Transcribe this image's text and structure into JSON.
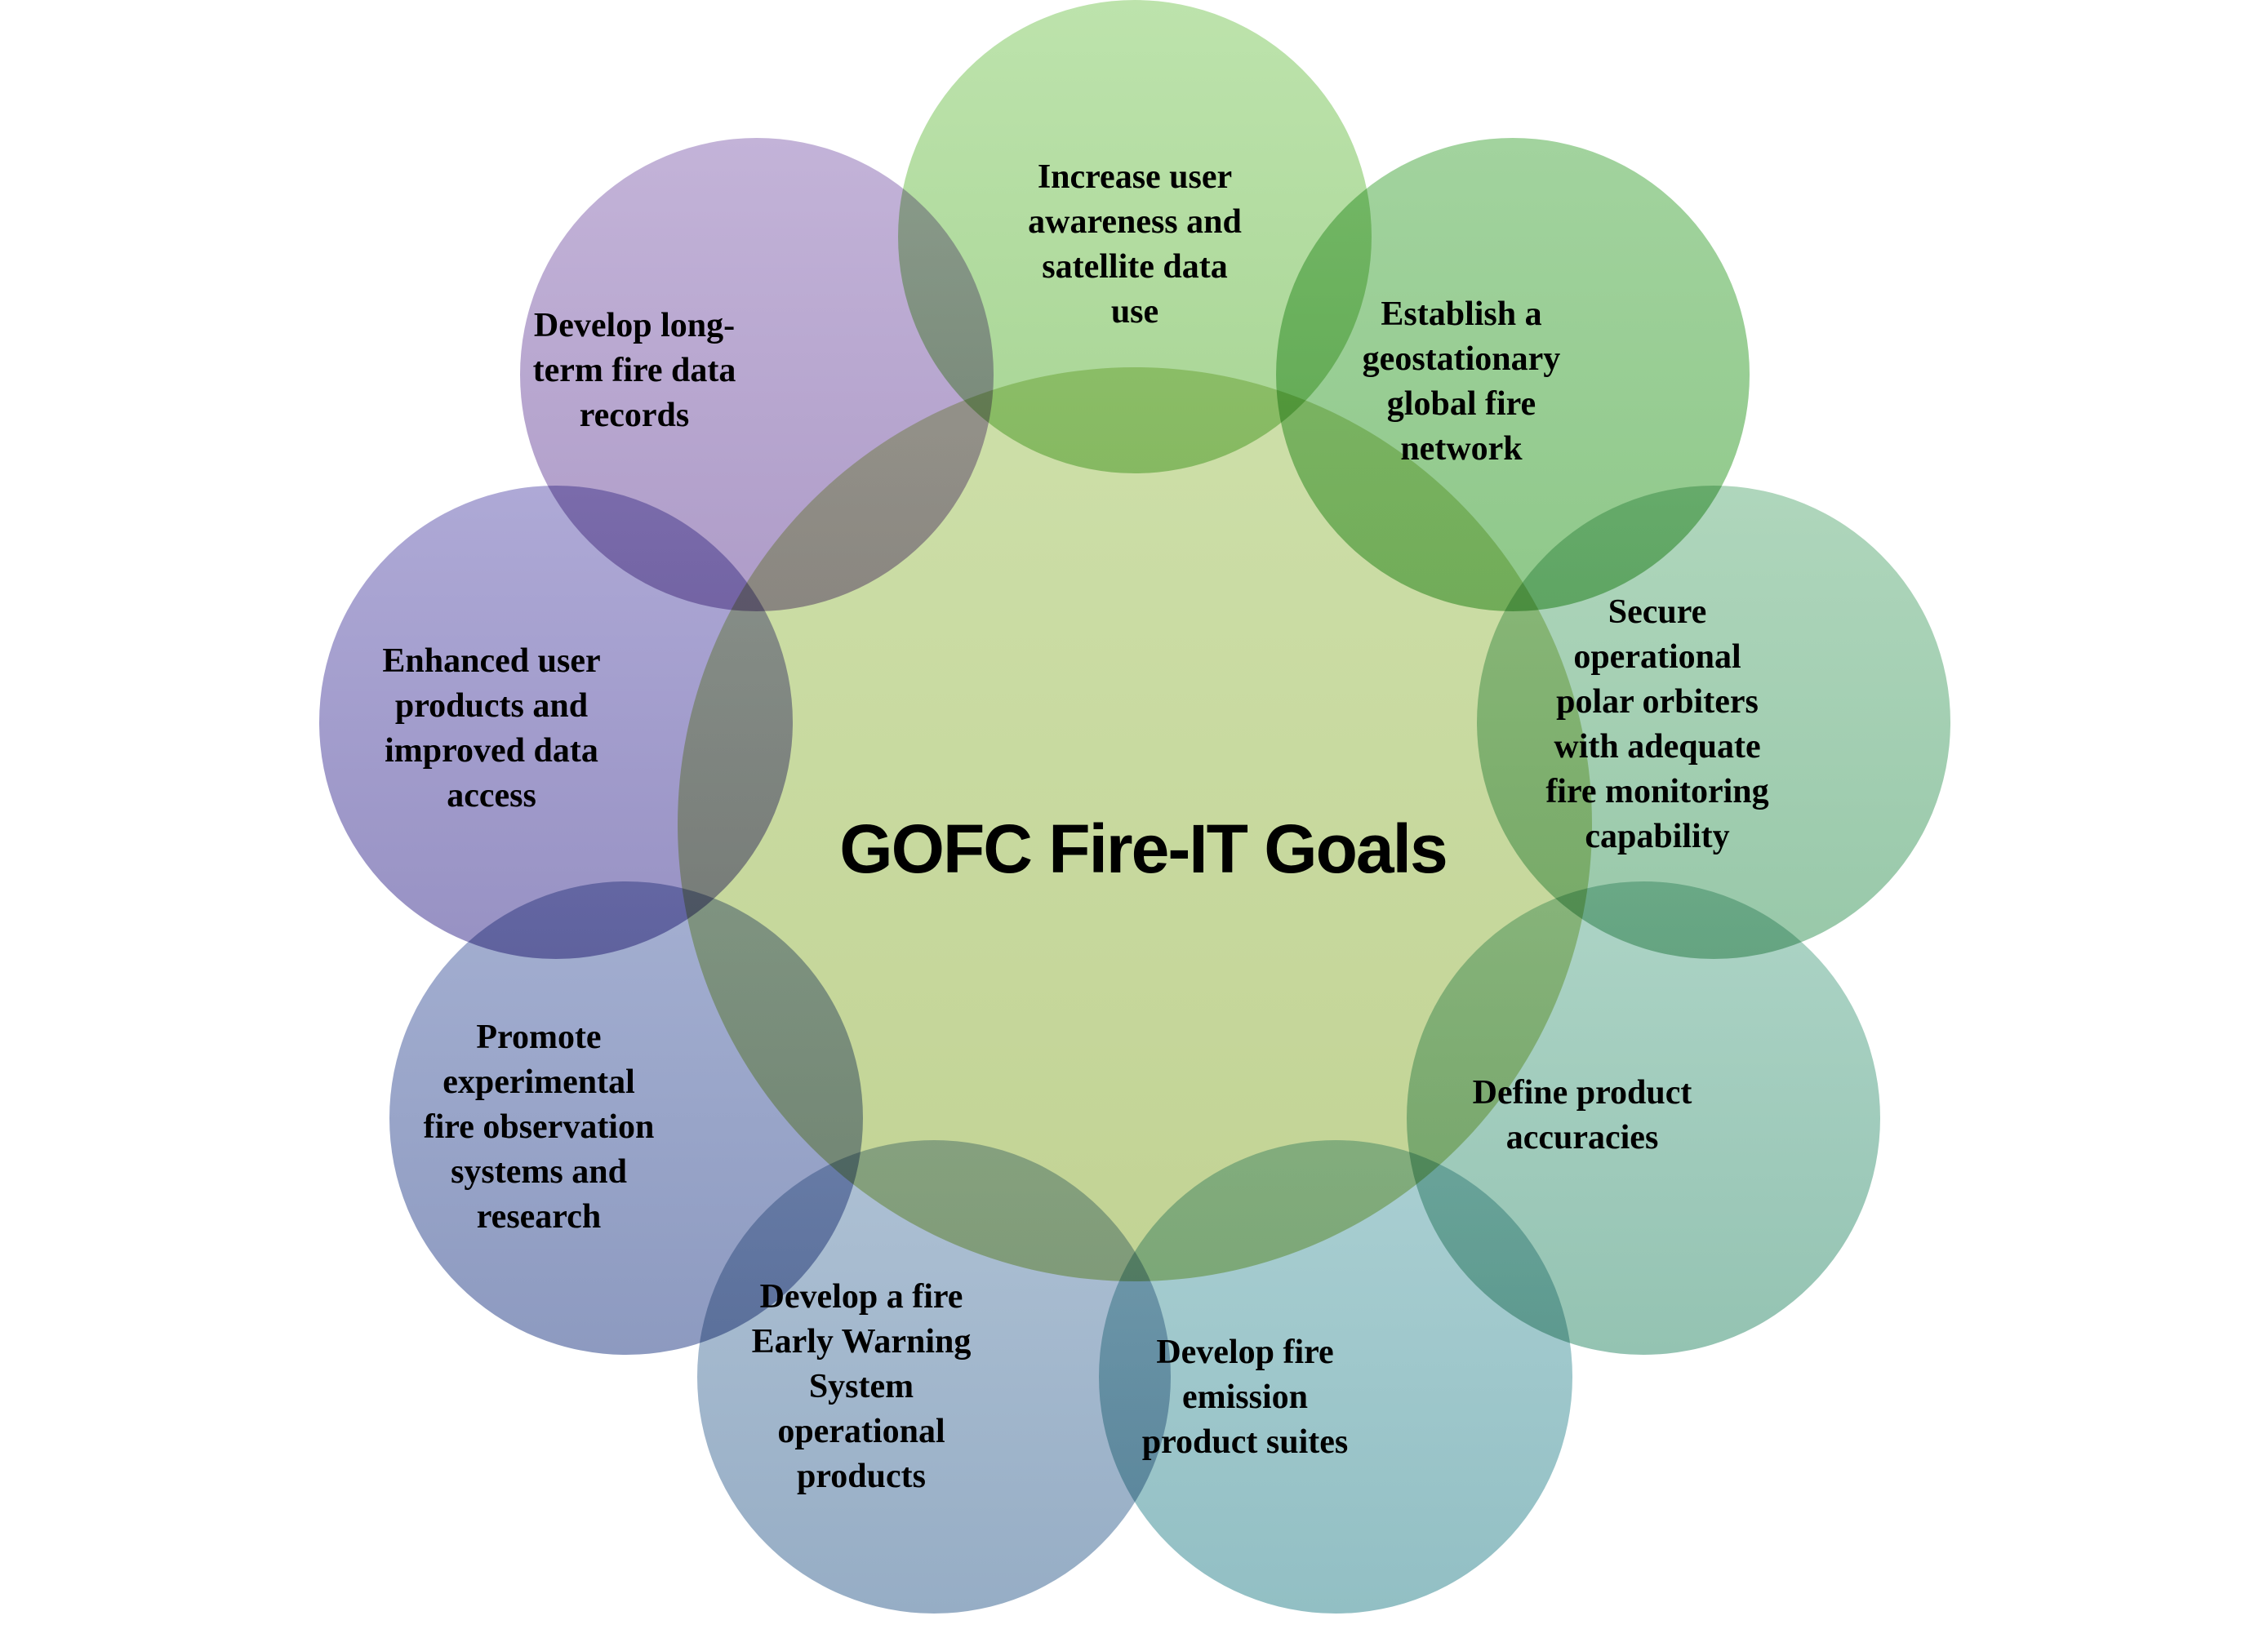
{
  "diagram": {
    "title": "GOFC Fire-IT Goals",
    "background_color": "#ffffff",
    "text_color": "#000000",
    "center": {
      "fill_top": "#cddfa9",
      "fill_bottom": "#c2d394"
    },
    "goals": [
      {
        "id": "increase-user-awareness",
        "label": "Increase user\nawareness and\nsatellite data\nuse",
        "fill_top": "#bde3ac",
        "fill_bottom": "#a8d595"
      },
      {
        "id": "establish-geostationary-network",
        "label": "Establish a\ngeostationary\nglobal fire\nnetwork",
        "fill_top": "#a2d39e",
        "fill_bottom": "#8fc88a"
      },
      {
        "id": "secure-polar-orbiters",
        "label": "Secure\noperational\npolar orbiters\nwith adequate\nfire monitoring\ncapability",
        "fill_top": "#afd6bc",
        "fill_bottom": "#98c8a9"
      },
      {
        "id": "define-product-accuracies",
        "label": "Define product\naccuracies",
        "fill_top": "#add4c6",
        "fill_bottom": "#94c3b2"
      },
      {
        "id": "develop-fire-emission-products",
        "label": "Develop fire\nemission\nproduct suites",
        "fill_top": "#aacfd2",
        "fill_bottom": "#92bfc4"
      },
      {
        "id": "develop-fire-early-warning",
        "label": "Develop a fire\nEarly Warning\nSystem\noperational\nproducts",
        "fill_top": "#aec1d4",
        "fill_bottom": "#96adc5"
      },
      {
        "id": "promote-experimental-systems",
        "label": "Promote\nexperimental\nfire observation\nsystems and\nresearch",
        "fill_top": "#a4afd1",
        "fill_bottom": "#8d9ac0"
      },
      {
        "id": "enhanced-user-products",
        "label": "Enhanced user\nproducts and\nimproved data\naccess",
        "fill_top": "#aea9d6",
        "fill_bottom": "#9791c3"
      },
      {
        "id": "develop-long-term-records",
        "label": "Develop long-\nterm fire data\nrecords",
        "fill_top": "#c3b3d8",
        "fill_bottom": "#ae9cc8"
      }
    ]
  }
}
